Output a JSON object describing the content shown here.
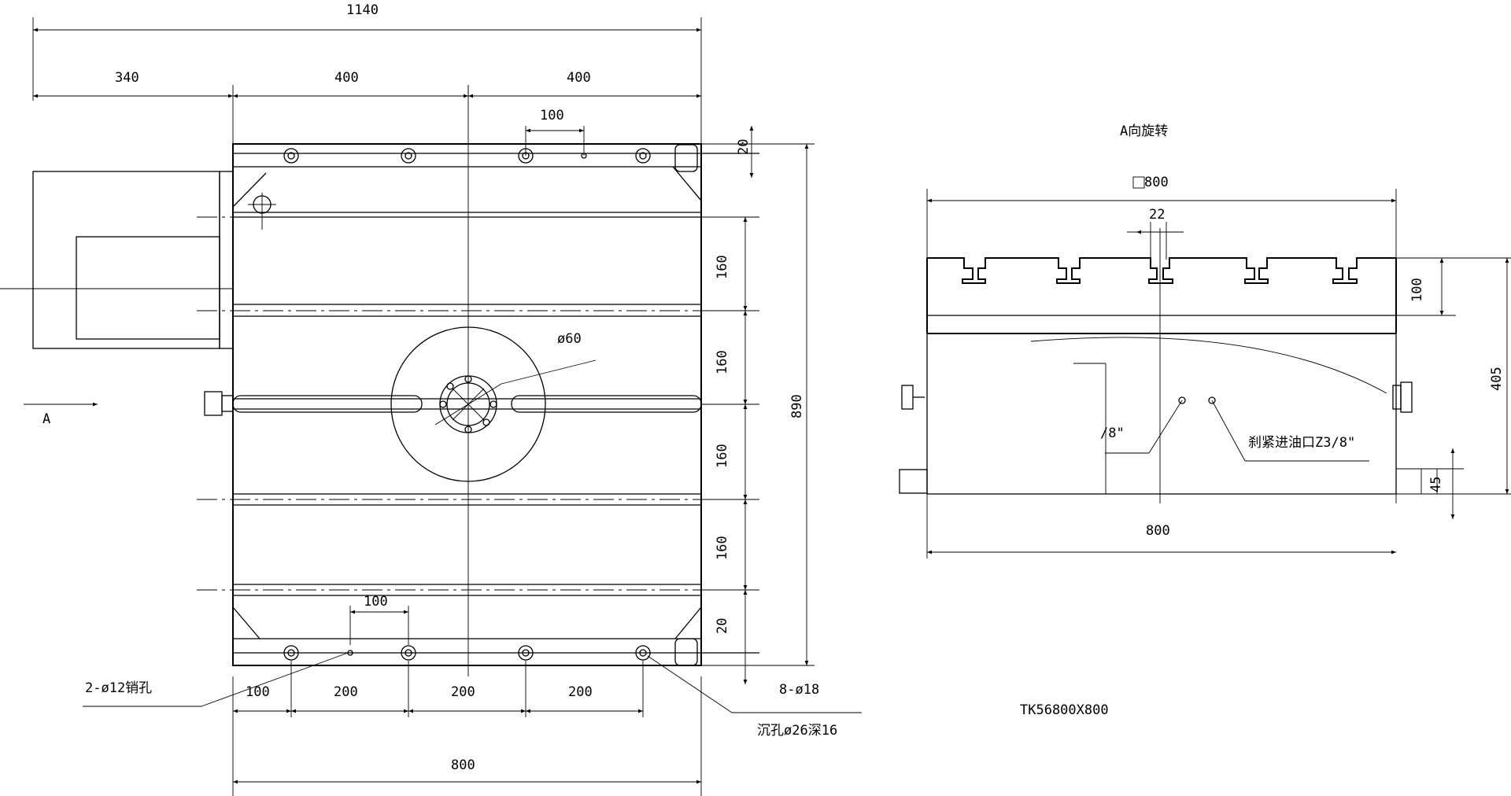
{
  "left_view": {
    "dims": {
      "overall_width": "1140",
      "motor_width": "340",
      "half_left": "400",
      "half_right": "400",
      "top_pitch": "100",
      "top_edge": "20",
      "row_1": "160",
      "row_2": "160",
      "row_3": "160",
      "row_4": "160",
      "bottom_edge": "20",
      "overall_height": "890",
      "center_dia": "ø60",
      "bottom_pitch": "100",
      "hole_offset": "100",
      "hole_pitch_1": "200",
      "hole_pitch_2": "200",
      "hole_pitch_3": "200",
      "table_width": "800"
    },
    "labels": {
      "view_arrow": "A",
      "pin_holes": "2-ø12销孔",
      "mount_holes": "8-ø18",
      "counterbore": "沉孔ø26深16"
    }
  },
  "right_view": {
    "title": "A向旋转",
    "dims": {
      "top_width": "800",
      "slot_width": "22",
      "top_height": "100",
      "overall_height": "405",
      "base_height": "45",
      "bottom_width": "800"
    },
    "labels": {
      "port_left": "/8\"",
      "brake_port": "刹紧进油口Z3/8\""
    }
  },
  "model_number": "TK56800X800"
}
